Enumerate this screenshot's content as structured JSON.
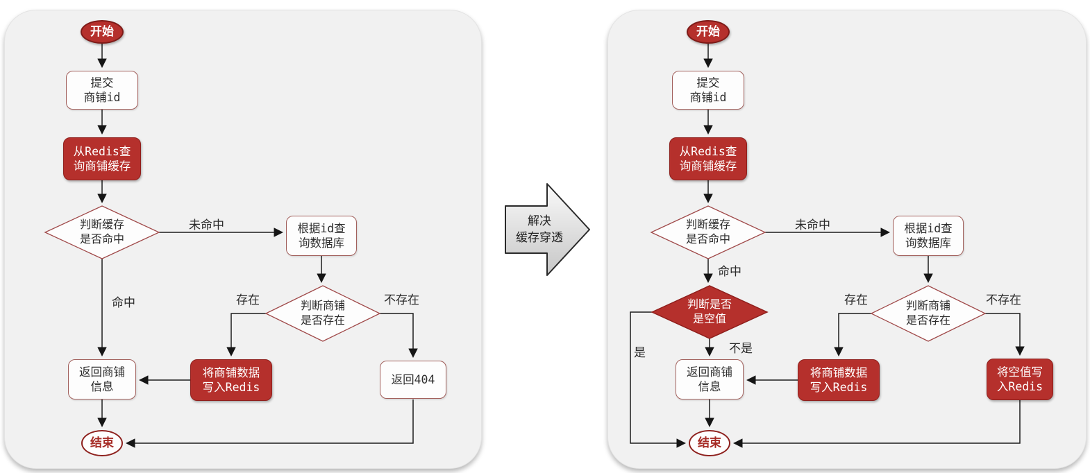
{
  "transform_arrow": {
    "label": "解决\n缓存穿透"
  },
  "left": {
    "start": "开始",
    "submit": "提交\n商铺id",
    "redis_query": "从Redis查\n询商铺缓存",
    "cache_hit": "判断缓存\n是否命中",
    "query_db": "根据id查\n询数据库",
    "shop_exists": "判断商铺\n是否存在",
    "write_redis": "将商铺数据\n写入Redis",
    "return_shop": "返回商铺\n信息",
    "return_404": "返回404",
    "end": "结束",
    "labels": {
      "miss": "未命中",
      "hit": "命中",
      "exists": "存在",
      "not_exists": "不存在"
    }
  },
  "right": {
    "start": "开始",
    "submit": "提交\n商铺id",
    "redis_query": "从Redis查\n询商铺缓存",
    "cache_hit": "判断缓存\n是否命中",
    "query_db": "根据id查\n询数据库",
    "null_check": "判断是否\n是空值",
    "shop_exists": "判断商铺\n是否存在",
    "write_redis": "将商铺数据\n写入Redis",
    "write_null": "将空值写\n入Redis",
    "return_shop": "返回商铺\n信息",
    "end": "结束",
    "labels": {
      "miss": "未命中",
      "hit": "命中",
      "yes": "是",
      "no": "不是",
      "exists": "存在",
      "not_exists": "不存在"
    }
  },
  "colors": {
    "accent_red": "#b5302c",
    "accent_red_border": "#8f1f1c",
    "white_node_border": "#a2605c",
    "line": "#1c1c1c",
    "panel_bg": "#f1f1f1"
  }
}
